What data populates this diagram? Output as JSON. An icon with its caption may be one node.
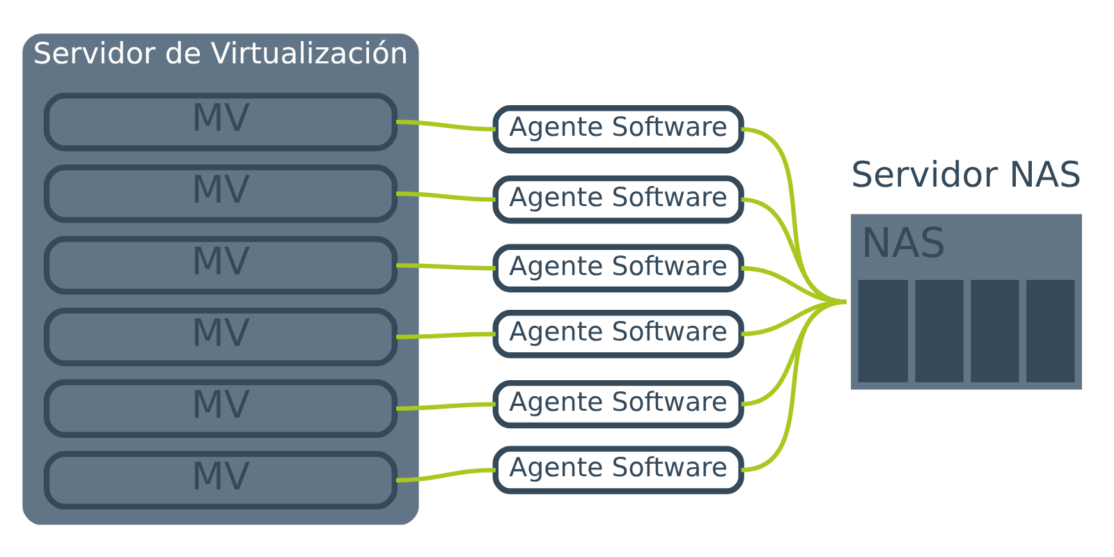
{
  "diagram": {
    "nodes": [
      {
        "text": [
          "Servidor de Virtualización"
        ]
      },
      {
        "text": [
          "MV"
        ],
        "in": 0
      },
      {
        "text": [
          "MV"
        ],
        "in": 0
      },
      {
        "text": [
          "MV"
        ],
        "in": 0
      },
      {
        "text": [
          "MV"
        ],
        "in": 0
      },
      {
        "text": [
          "MV"
        ],
        "in": 0
      },
      {
        "text": [
          "MV"
        ],
        "in": 0
      },
      {
        "text": [
          "Agente Software"
        ]
      },
      {
        "text": [
          "Agente Software"
        ]
      },
      {
        "text": [
          "Agente Software"
        ]
      },
      {
        "text": [
          "Agente Software"
        ]
      },
      {
        "text": [
          "Agente Software"
        ]
      },
      {
        "text": [
          "Agente Software"
        ]
      },
      {
        "text": [
          "Servidor NAS",
          "NAS"
        ]
      }
    ],
    "edges": [
      {
        "from": 1,
        "to": 7,
        "arrow": "none"
      },
      {
        "from": 2,
        "to": 8,
        "arrow": "none"
      },
      {
        "from": 3,
        "to": 9,
        "arrow": "none"
      },
      {
        "from": 4,
        "to": 10,
        "arrow": "none"
      },
      {
        "from": 5,
        "to": 11,
        "arrow": "none"
      },
      {
        "from": 6,
        "to": 12,
        "arrow": "none"
      },
      {
        "from": 7,
        "to": 13,
        "arrow": "none"
      },
      {
        "from": 8,
        "to": 13,
        "arrow": "none"
      },
      {
        "from": 9,
        "to": 13,
        "arrow": "none"
      },
      {
        "from": 10,
        "to": 13,
        "arrow": "none"
      },
      {
        "from": 11,
        "to": 13,
        "arrow": "none"
      },
      {
        "from": 12,
        "to": 13,
        "arrow": "none"
      }
    ]
  }
}
